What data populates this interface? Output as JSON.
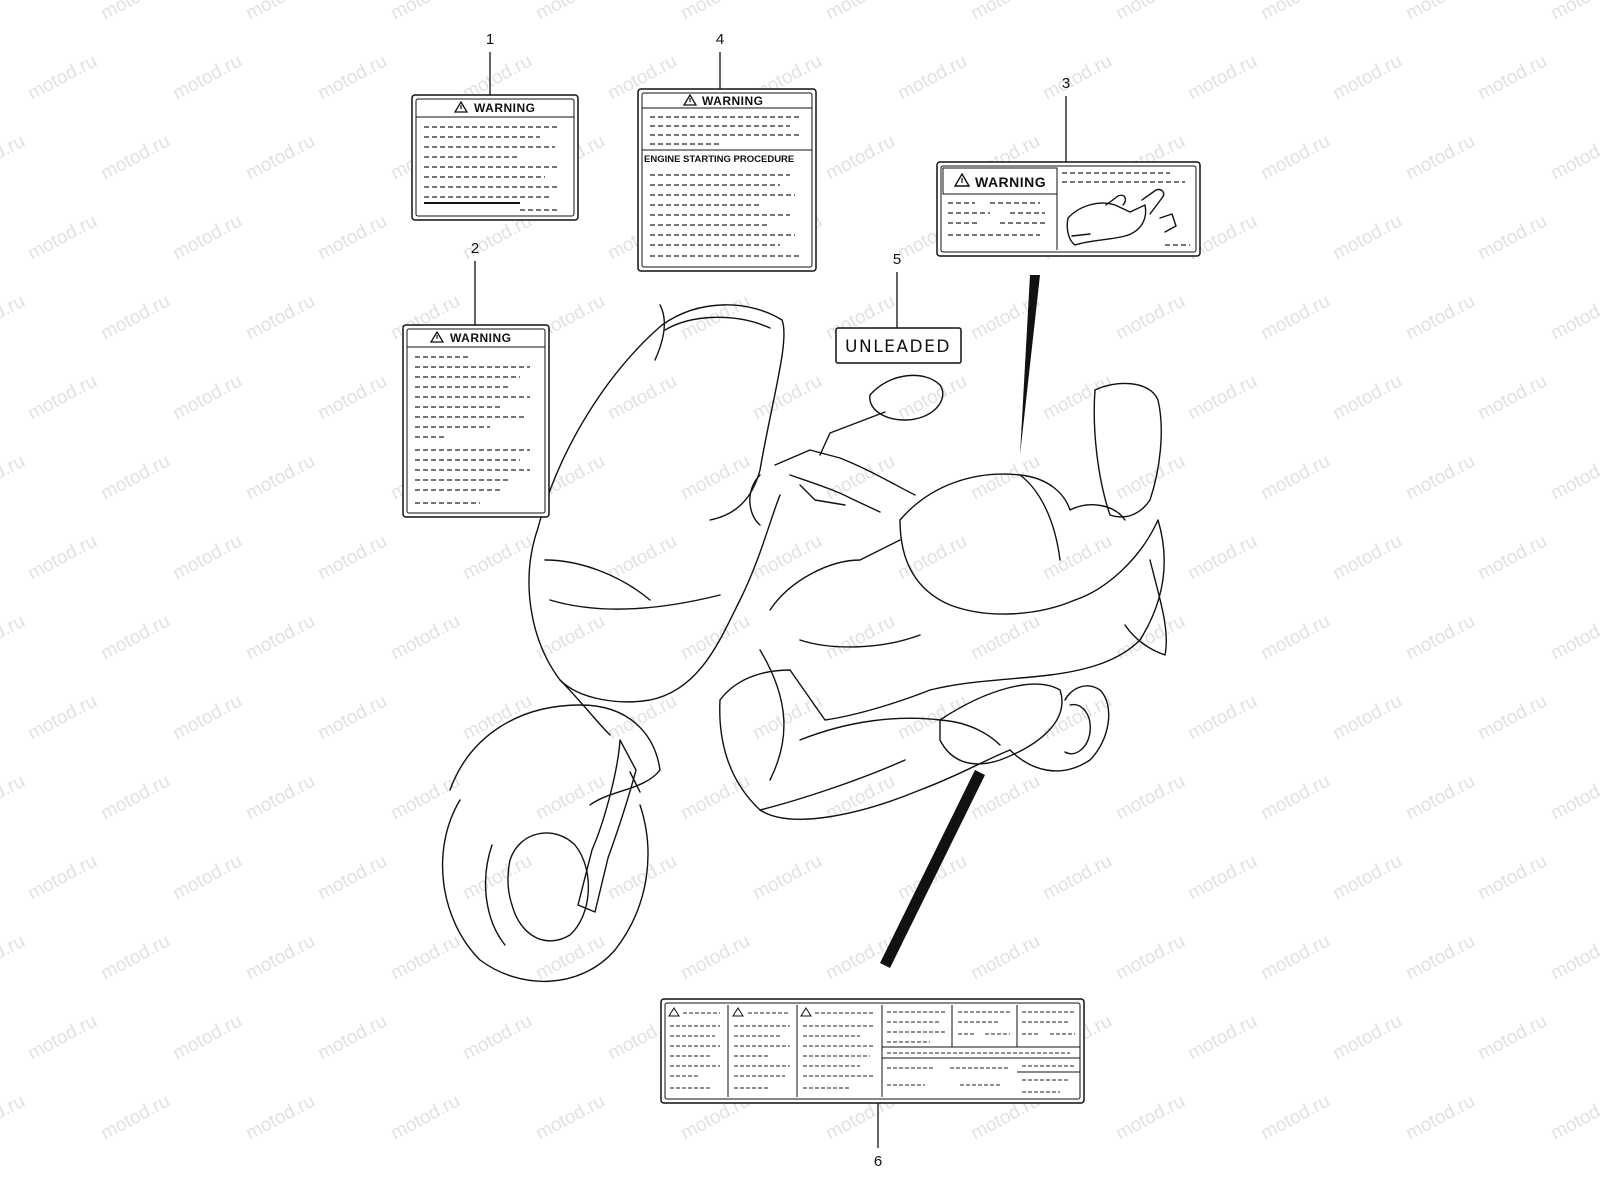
{
  "watermark": {
    "text": "motod.ru"
  },
  "labels": [
    {
      "callout": "1",
      "title": "WARNING"
    },
    {
      "callout": "2",
      "title": "WARNING"
    },
    {
      "callout": "3",
      "title": "WARNING"
    },
    {
      "callout": "4",
      "title": "WARNING",
      "subtitle": "ENGINE STARTING PROCEDURE"
    },
    {
      "callout": "5",
      "text": "UNLEADED"
    },
    {
      "callout": "6"
    }
  ]
}
